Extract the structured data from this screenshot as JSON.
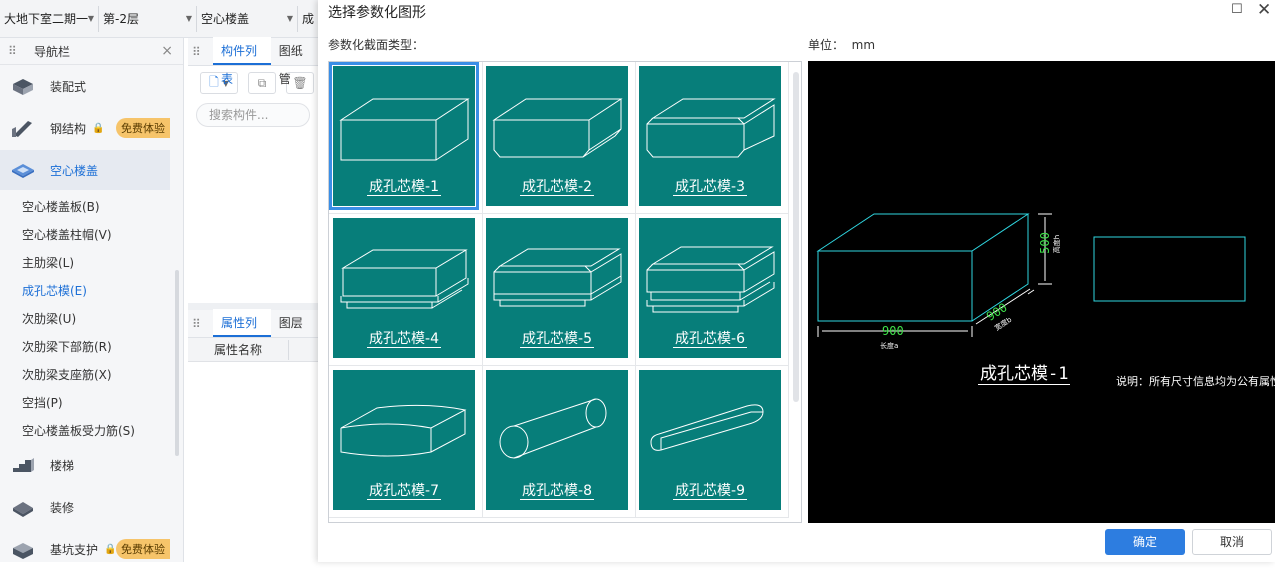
{
  "topbar": {
    "floor_group": "大地下室二期一",
    "floor": "第-2层",
    "category": "空心楼盖",
    "component_type": "成"
  },
  "nav": {
    "title": "导航栏",
    "categories": [
      {
        "label": "装配式",
        "icon": "prefab-icon"
      },
      {
        "label": "钢结构",
        "icon": "steel-icon",
        "badge": "免费体验",
        "locked": true
      },
      {
        "label": "空心楼盖",
        "icon": "hollow-slab-icon",
        "active": true
      },
      {
        "label": "楼梯",
        "icon": "stairs-icon"
      },
      {
        "label": "装修",
        "icon": "decoration-icon"
      },
      {
        "label": "基坑支护",
        "icon": "foundation-pit-icon",
        "badge": "免费体验",
        "locked": true
      }
    ],
    "subitems": [
      "空心楼盖板(B)",
      "空心楼盖柱帽(V)",
      "主肋梁(L)",
      "成孔芯模(E)",
      "次肋梁(U)",
      "次肋梁下部筋(R)",
      "次肋梁支座筋(X)",
      "空挡(P)",
      "空心楼盖板受力筋(S)"
    ],
    "selected_sub": "成孔芯模(E)"
  },
  "component_panel": {
    "tabs": [
      "构件列表",
      "图纸管"
    ],
    "search_placeholder": "搜索构件...",
    "prop_tabs": [
      "属性列表",
      "图层管"
    ],
    "prop_header": "属性名称"
  },
  "dialog": {
    "title": "选择参数化图形",
    "type_label": "参数化截面类型：",
    "unit_label": "单位：",
    "unit_value": "mm",
    "shapes": [
      "成孔芯模-1",
      "成孔芯模-2",
      "成孔芯模-3",
      "成孔芯模-4",
      "成孔芯模-5",
      "成孔芯模-6",
      "成孔芯模-7",
      "成孔芯模-8",
      "成孔芯模-9"
    ],
    "selected_shape": "成孔芯模-1",
    "preview": {
      "name": "成孔芯模-1",
      "length": "900",
      "length_label": "长度a",
      "width": "900",
      "width_label": "宽度b",
      "height": "500",
      "height_label": "高度h",
      "note": "说明：所有尺寸信息均为公有属性"
    },
    "ok": "确定",
    "cancel": "取消"
  }
}
